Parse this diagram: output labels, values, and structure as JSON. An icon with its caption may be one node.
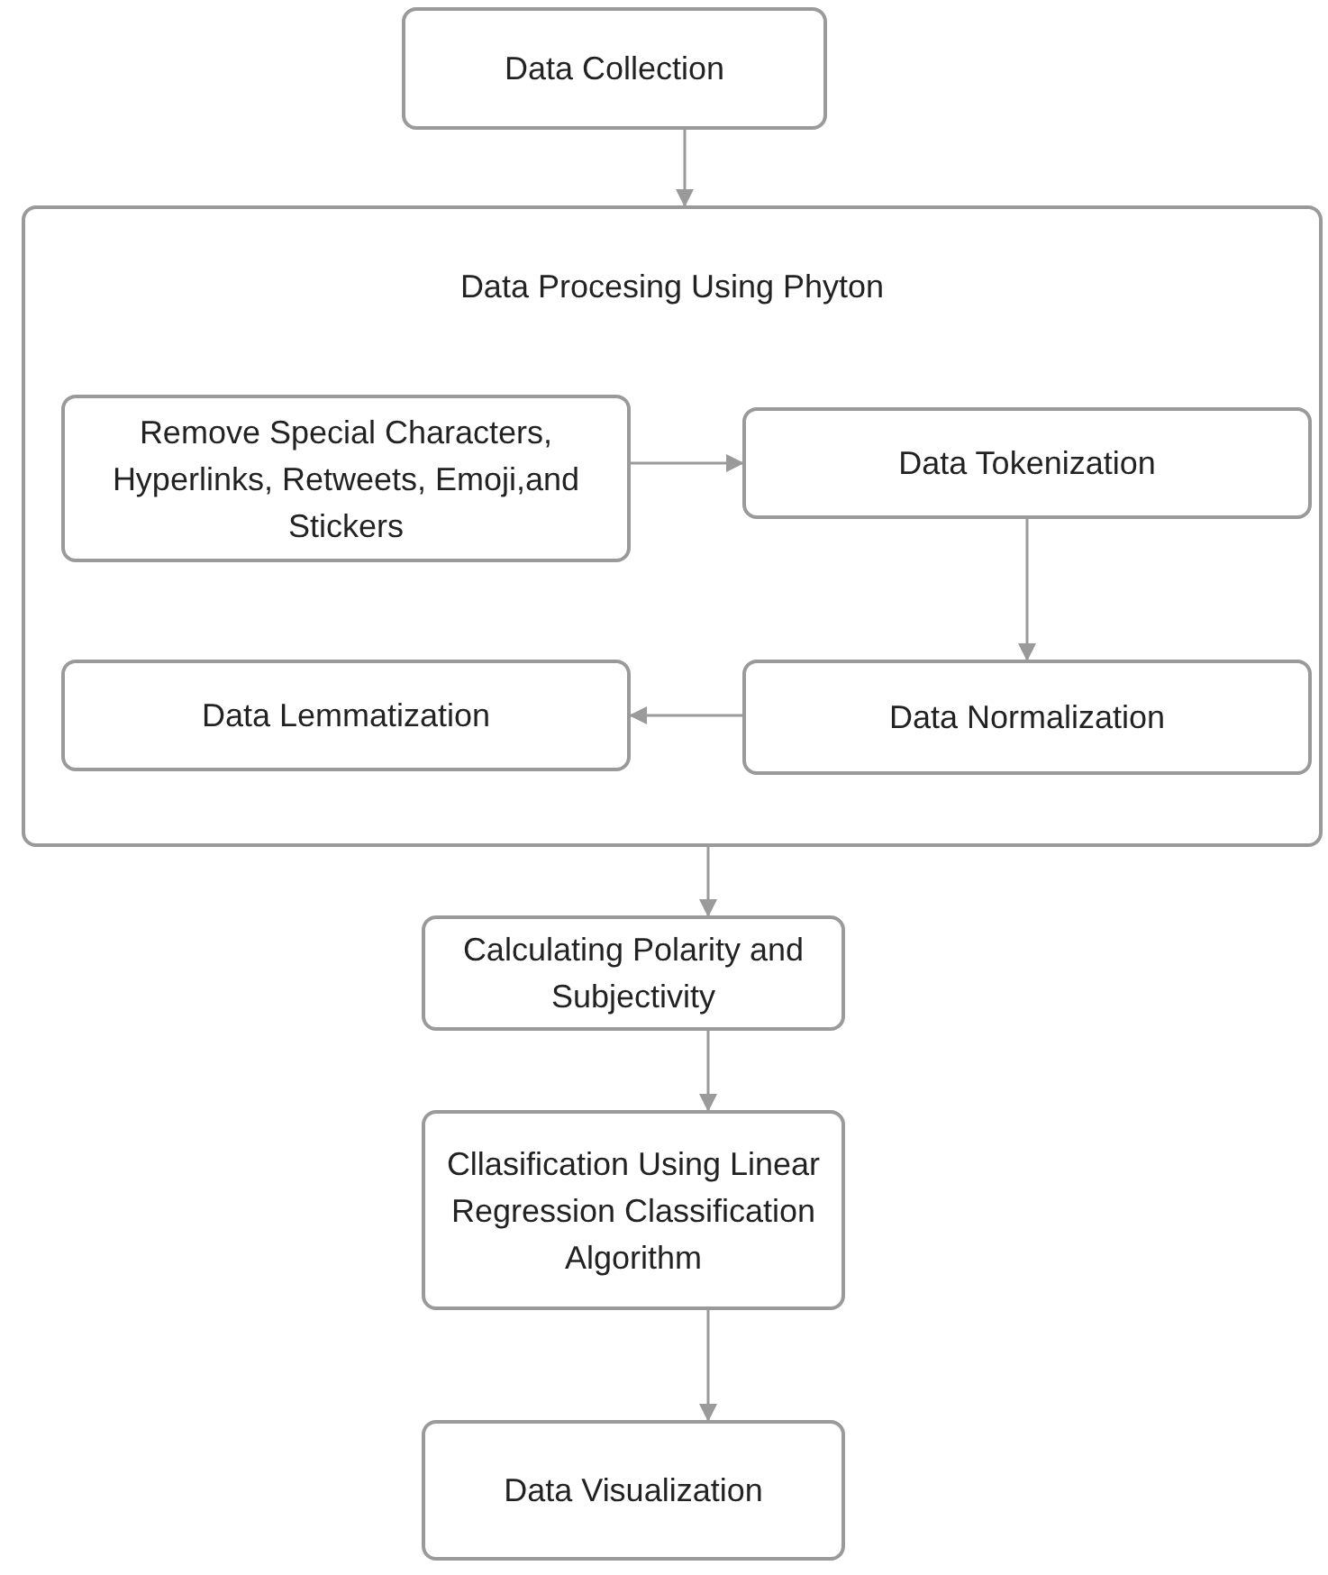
{
  "diagram": {
    "nodes": [
      {
        "text": [
          "Data Collection"
        ]
      },
      {
        "text": [
          "Data Procesing Using Phyton"
        ]
      },
      {
        "text": [
          "Remove Special Characters, Hyperlinks, Retweets, Emoji,and Stickers"
        ],
        "in": 1
      },
      {
        "text": [
          "Data Tokenization"
        ],
        "in": 1
      },
      {
        "text": [
          "Data Lemmatization"
        ],
        "in": 1
      },
      {
        "text": [
          "Data Normalization"
        ],
        "in": 1
      },
      {
        "text": [
          "Calculating Polarity and Subjectivity"
        ]
      },
      {
        "text": [
          "Cllasification Using Linear Regression  Classification Algorithm"
        ]
      },
      {
        "text": [
          "Data Visualization"
        ]
      }
    ],
    "edges": [
      {
        "from": 0,
        "to": 1,
        "arrow": "to"
      },
      {
        "from": 2,
        "to": 3,
        "arrow": "to"
      },
      {
        "from": 3,
        "to": 5,
        "arrow": "to"
      },
      {
        "from": 5,
        "to": 4,
        "arrow": "to"
      },
      {
        "from": 1,
        "to": 6,
        "arrow": "to"
      },
      {
        "from": 6,
        "to": 7,
        "arrow": "to"
      },
      {
        "from": 7,
        "to": 8,
        "arrow": "to"
      }
    ]
  }
}
